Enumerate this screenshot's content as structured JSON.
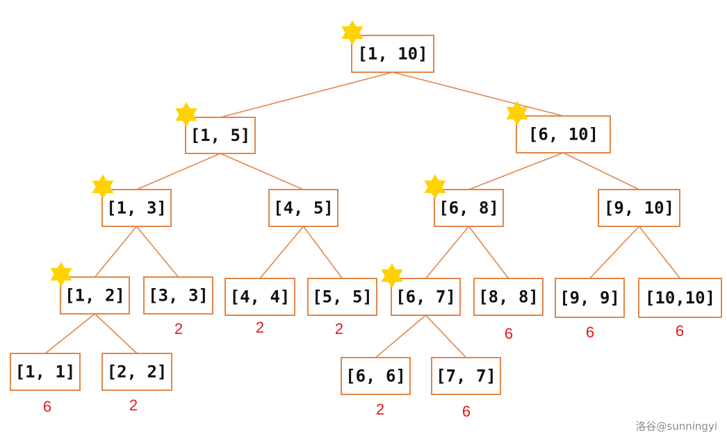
{
  "title": "segment tree",
  "colors": {
    "box_border": "#e0874a",
    "star": "#ffd200",
    "count": "#e8141c"
  },
  "nodes": [
    {
      "label": "[1, 10]",
      "parent": null,
      "starred": true,
      "count": null
    },
    {
      "label": "[1, 5]",
      "parent": 0,
      "starred": true,
      "count": null
    },
    {
      "label": "[6, 10]",
      "parent": 0,
      "starred": true,
      "count": null
    },
    {
      "label": "[1, 3]",
      "parent": 1,
      "starred": true,
      "count": null
    },
    {
      "label": "[4, 5]",
      "parent": 1,
      "starred": false,
      "count": null
    },
    {
      "label": "[6, 8]",
      "parent": 2,
      "starred": true,
      "count": null
    },
    {
      "label": "[9, 10]",
      "parent": 2,
      "starred": false,
      "count": null
    },
    {
      "label": "[1, 2]",
      "parent": 3,
      "starred": true,
      "count": null
    },
    {
      "label": "[3, 3]",
      "parent": 3,
      "starred": false,
      "count": "2"
    },
    {
      "label": "[4, 4]",
      "parent": 4,
      "starred": false,
      "count": "2"
    },
    {
      "label": "[5, 5]",
      "parent": 4,
      "starred": false,
      "count": "2"
    },
    {
      "label": "[6, 7]",
      "parent": 5,
      "starred": true,
      "count": null
    },
    {
      "label": "[8, 8]",
      "parent": 5,
      "starred": false,
      "count": "6"
    },
    {
      "label": "[9, 9]",
      "parent": 6,
      "starred": false,
      "count": "6"
    },
    {
      "label": "[10,10]",
      "parent": 6,
      "starred": false,
      "count": "6"
    },
    {
      "label": "[1, 1]",
      "parent": 7,
      "starred": false,
      "count": "6"
    },
    {
      "label": "[2, 2]",
      "parent": 7,
      "starred": false,
      "count": "2"
    },
    {
      "label": "[6, 6]",
      "parent": 11,
      "starred": false,
      "count": "2"
    },
    {
      "label": "[7, 7]",
      "parent": 11,
      "starred": false,
      "count": "6"
    }
  ],
  "watermark": "洛谷@sunningyi"
}
